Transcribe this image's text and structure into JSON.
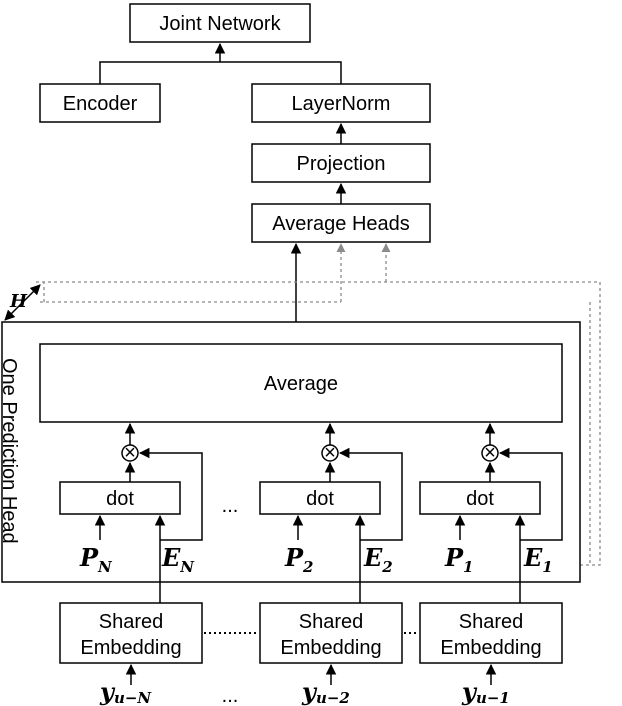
{
  "labels": {
    "joint_network": "Joint Network",
    "encoder": "Encoder",
    "layernorm": "LayerNorm",
    "projection": "Projection",
    "average_heads": "Average Heads",
    "average": "Average",
    "dot": "dot",
    "shared": "Shared",
    "embedding": "Embedding",
    "one_prediction_head": "One Prediction Head",
    "ellipsis": "...",
    "multiply": "×"
  },
  "math": {
    "heads_symbol": "H",
    "P": "P",
    "E": "E",
    "y": "y",
    "sub_N": "N",
    "sub_2": "2",
    "sub_1": "1",
    "y_sub_N": "u−N",
    "y_sub_2": "u−2",
    "y_sub_1": "u−1"
  }
}
